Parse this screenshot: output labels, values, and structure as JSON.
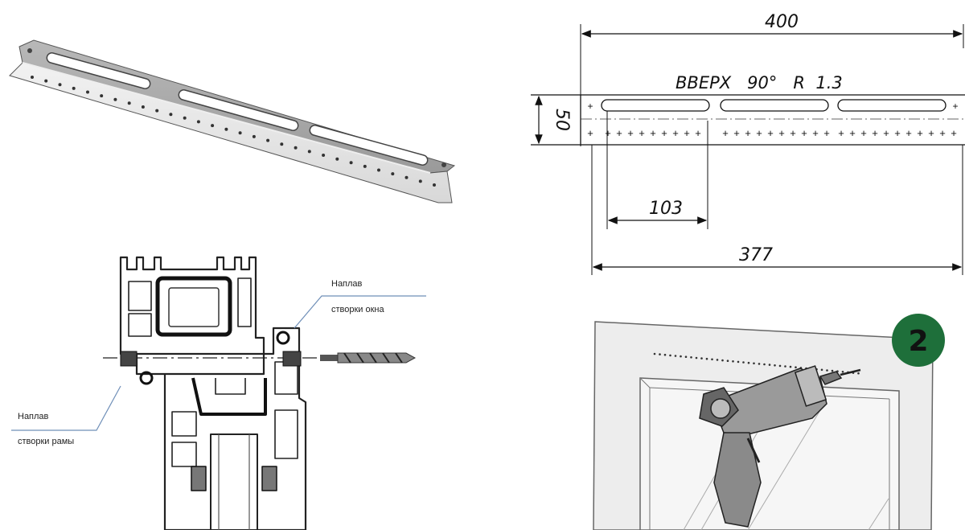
{
  "drawing": {
    "dim_total": "400",
    "dim_inner": "377",
    "dim_pitch": "103",
    "dim_height": "50",
    "note": "ВВЕРХ   90°   R  1.3"
  },
  "section": {
    "label_sash": [
      "Наплав",
      "створки окна"
    ],
    "label_frame": [
      "Наплав",
      "створки рамы"
    ]
  },
  "drilling": {
    "step_number": "2",
    "badge_color": "#1e6f3a"
  }
}
